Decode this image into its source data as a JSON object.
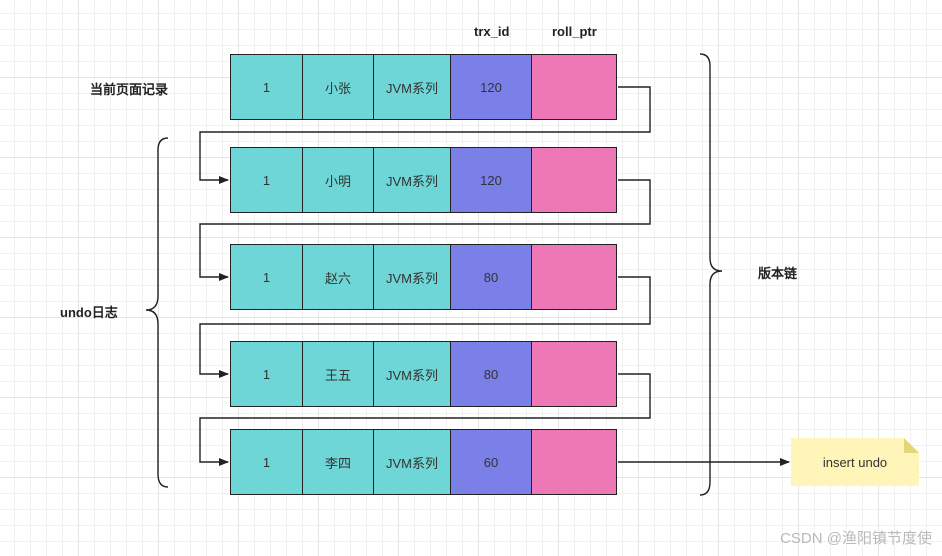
{
  "headers": {
    "trx_id": "trx_id",
    "roll_ptr": "roll_ptr"
  },
  "labels": {
    "current_record": "当前页面记录",
    "undo_log": "undo日志",
    "version_chain": "版本链"
  },
  "rows": [
    {
      "id": "1",
      "name": "小张",
      "dept": "JVM系列",
      "trx_id": "120"
    },
    {
      "id": "1",
      "name": "小明",
      "dept": "JVM系列",
      "trx_id": "120"
    },
    {
      "id": "1",
      "name": "赵六",
      "dept": "JVM系列",
      "trx_id": "80"
    },
    {
      "id": "1",
      "name": "王五",
      "dept": "JVM系列",
      "trx_id": "80"
    },
    {
      "id": "1",
      "name": "李四",
      "dept": "JVM系列",
      "trx_id": "60"
    }
  ],
  "note": {
    "text": "insert undo"
  },
  "watermark": "CSDN @渔阳镇节度使",
  "colors": {
    "data_cell": "#6ed6d6",
    "trx_cell": "#7b7fe8",
    "ptr_cell": "#ee78b6",
    "note_bg": "#fff5b8"
  }
}
